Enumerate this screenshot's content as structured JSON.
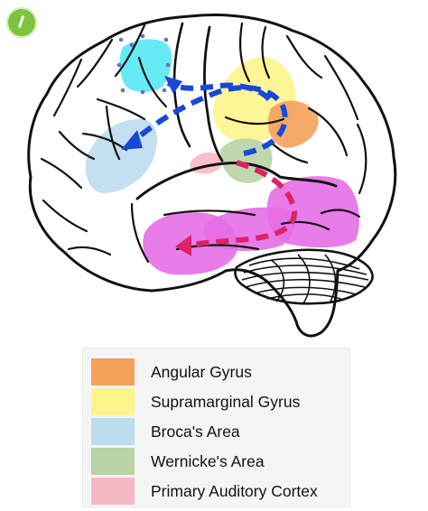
{
  "legend": {
    "items": [
      {
        "label": "Angular Gyrus",
        "color": "#f5a15c"
      },
      {
        "label": "Supramarginal Gyrus",
        "color": "#fdf58c"
      },
      {
        "label": "Broca's Area",
        "color": "#bcdcef"
      },
      {
        "label": "Wernicke's Area",
        "color": "#b8d3a4"
      },
      {
        "label": "Primary Auditory Cortex",
        "color": "#f6b8c4"
      }
    ]
  },
  "colors": {
    "arrow_blue": "#1948d6",
    "arrow_pink": "#dd2266",
    "motor_region": "#55e9f4",
    "temporal_region": "#e56ee6",
    "badge": "#7cc43c"
  },
  "icons": {
    "badge": "pen-icon"
  }
}
